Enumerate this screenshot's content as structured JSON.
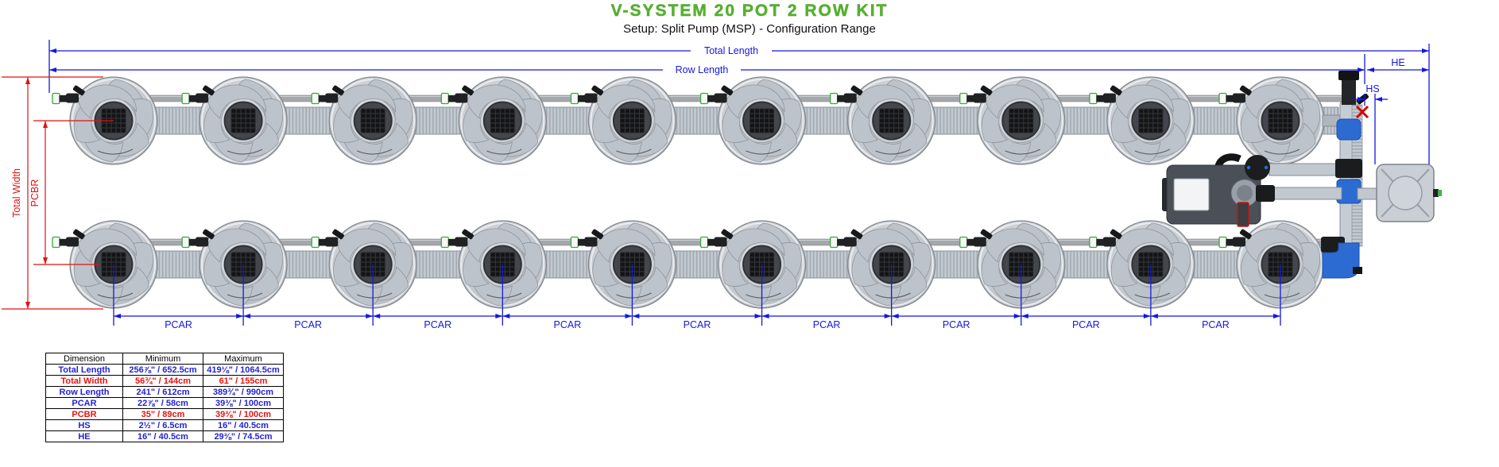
{
  "header": {
    "title": "V-SYSTEM 20 POT 2 ROW KIT",
    "subtitle": "Setup: Split Pump (MSP) - Configuration Range"
  },
  "colors": {
    "accent_green": "#55b42d",
    "dimension_blue": "#1518dc",
    "dimension_red": "#e21212"
  },
  "diagram": {
    "rows": 2,
    "pots_per_row": 10,
    "pcar_segments": 9,
    "labels": {
      "total_length": "Total Length",
      "row_length": "Row Length",
      "total_width": "Total Width",
      "pcbr": "PCBR",
      "pcar": "PCAR",
      "hs": "HS",
      "he": "HE"
    }
  },
  "table": {
    "headers": [
      "Dimension",
      "Minimum",
      "Maximum"
    ],
    "rows": [
      {
        "dimension": "Total Length",
        "min": "256⅞\" / 652.5cm",
        "max": "419⅛\" / 1064.5cm",
        "color": "blue"
      },
      {
        "dimension": "Total Width",
        "min": "56¾\" / 144cm",
        "max": "61\" / 155cm",
        "color": "red"
      },
      {
        "dimension": "Row Length",
        "min": "241\" / 612cm",
        "max": "389¾\" / 990cm",
        "color": "blue"
      },
      {
        "dimension": "PCAR",
        "min": "22⅞\" / 58cm",
        "max": "39⅜\" / 100cm",
        "color": "blue"
      },
      {
        "dimension": "PCBR",
        "min": "35\" / 89cm",
        "max": "39⅜\" / 100cm",
        "color": "red"
      },
      {
        "dimension": "HS",
        "min": "2½\" / 6.5cm",
        "max": "16\" / 40.5cm",
        "color": "blue"
      },
      {
        "dimension": "HE",
        "min": "16\" / 40.5cm",
        "max": "29⅜\" / 74.5cm",
        "color": "blue"
      }
    ]
  }
}
